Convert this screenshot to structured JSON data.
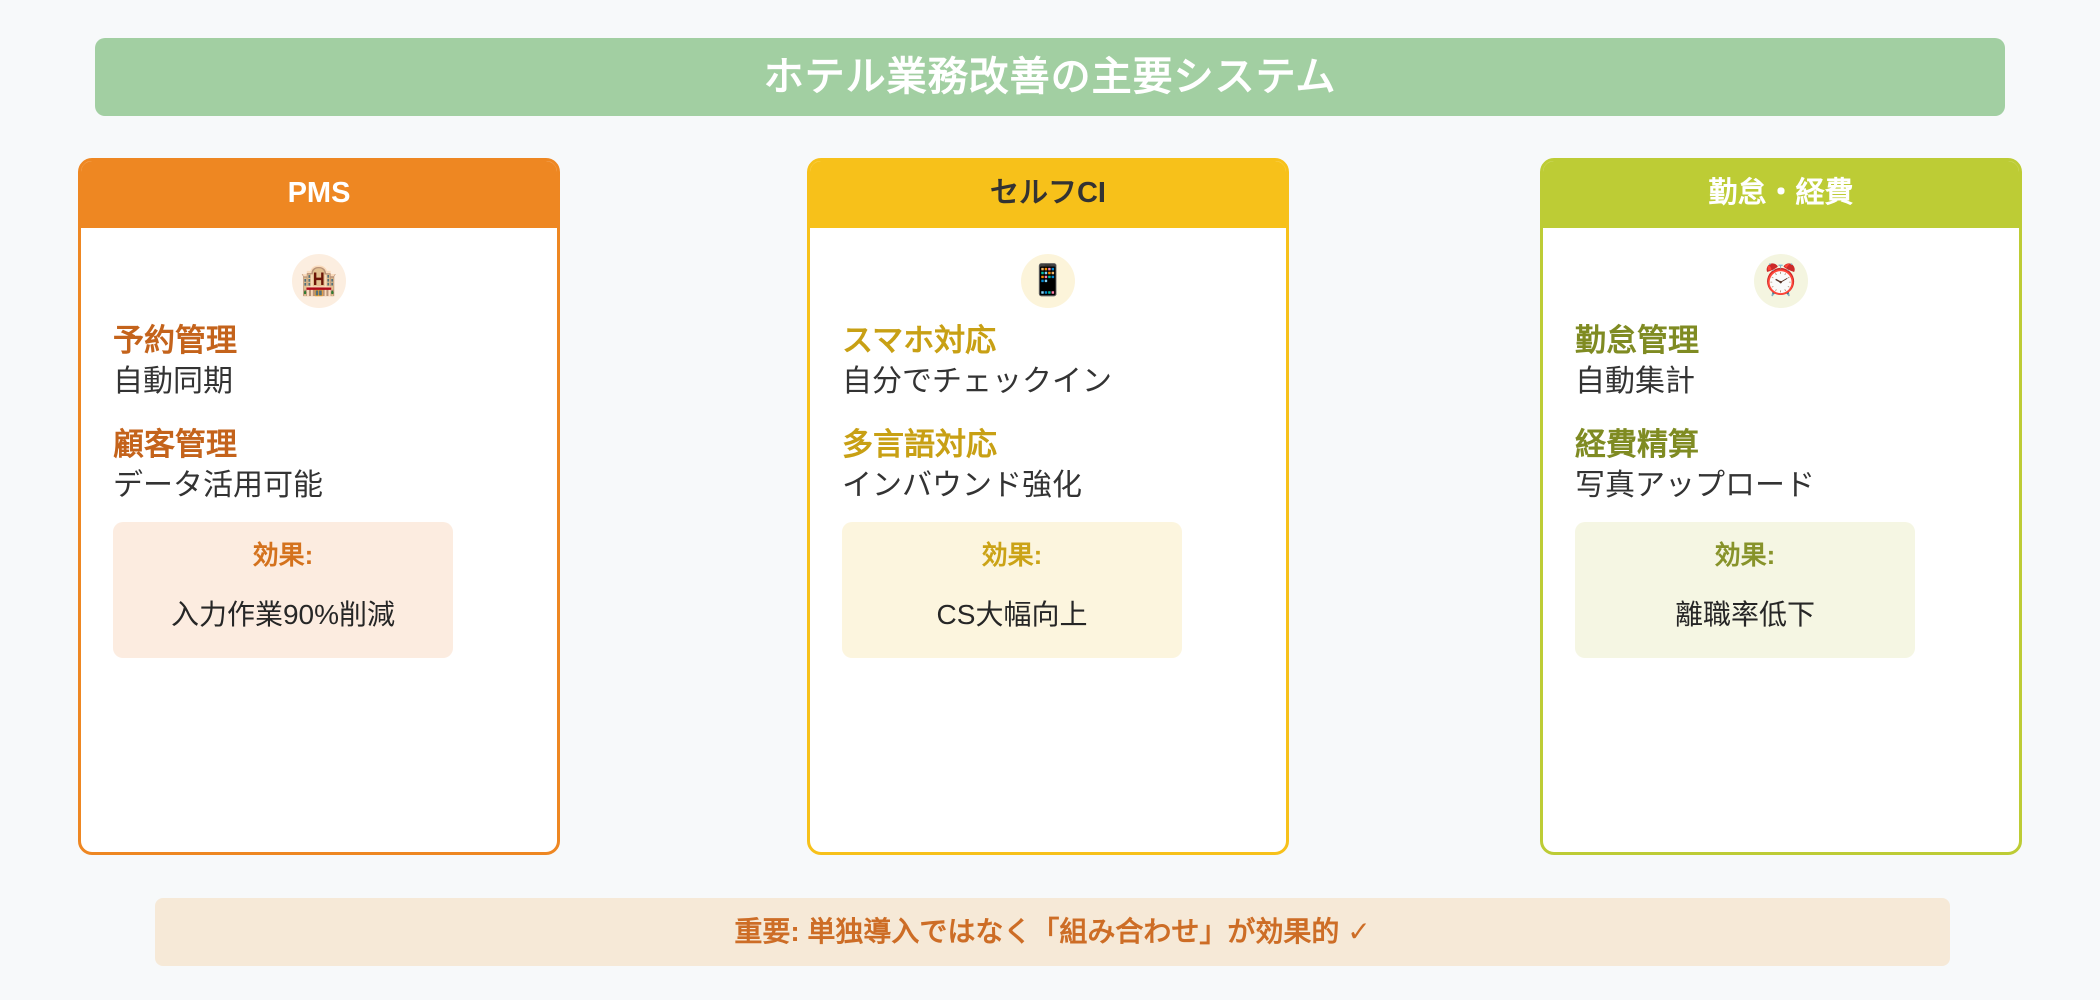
{
  "header": {
    "title": "ホテル業務改善の主要システム",
    "background_color": "#a2cfa2",
    "text_color": "#ffffff"
  },
  "cards": [
    {
      "id": "pms",
      "header_title": "PMS",
      "header_bg": "#ee8722",
      "header_text_color": "#ffffff",
      "border_color": "#ee8722",
      "icon": "hotel-icon",
      "icon_glyph": "🏨",
      "accent_color": "#c4631b",
      "features": [
        {
          "title": "予約管理",
          "desc": "自動同期"
        },
        {
          "title": "顧客管理",
          "desc": "データ活用可能"
        }
      ],
      "effect": {
        "label": "効果:",
        "value": "入力作業90%削減",
        "box_bg": "#fcece0",
        "label_color": "#d4721d"
      }
    },
    {
      "id": "self-ci",
      "header_title": "セルフCI",
      "header_bg": "#f7c11a",
      "header_text_color": "#333333",
      "border_color": "#f7c11a",
      "icon": "mobile-phone-icon",
      "icon_glyph": "📱",
      "accent_color": "#c8a014",
      "features": [
        {
          "title": "スマホ対応",
          "desc": "自分でチェックイン"
        },
        {
          "title": "多言語対応",
          "desc": "インバウンド強化"
        }
      ],
      "effect": {
        "label": "効果:",
        "value": "CS大幅向上",
        "box_bg": "#fcf5de",
        "label_color": "#cba316"
      }
    },
    {
      "id": "attendance-expense",
      "header_title": "勤怠・経費",
      "header_bg": "#bdcc35",
      "header_text_color": "#ffffff",
      "border_color": "#bdcc35",
      "icon": "alarm-clock-icon",
      "icon_glyph": "⏰",
      "accent_color": "#7f8b22",
      "features": [
        {
          "title": "勤怠管理",
          "desc": "自動集計"
        },
        {
          "title": "経費精算",
          "desc": "写真アップロード"
        }
      ],
      "effect": {
        "label": "効果:",
        "value": "離職率低下",
        "box_bg": "#f5f6e3",
        "label_color": "#87932a"
      }
    }
  ],
  "footer": {
    "text": "重要: 単独導入ではなく「組み合わせ」が効果的 ✓",
    "background_color": "#f6e9d7",
    "text_color": "#cd6d26"
  }
}
